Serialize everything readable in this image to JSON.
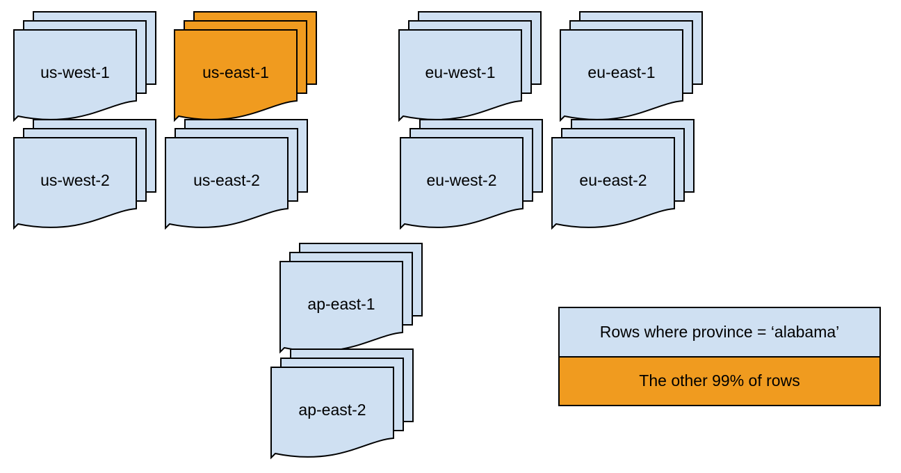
{
  "diagram": {
    "stacks": [
      {
        "label": "us-west-1",
        "highlighted": false
      },
      {
        "label": "us-east-1",
        "highlighted": true
      },
      {
        "label": "eu-west-1",
        "highlighted": false
      },
      {
        "label": "eu-east-1",
        "highlighted": false
      },
      {
        "label": "us-west-2",
        "highlighted": false
      },
      {
        "label": "us-east-2",
        "highlighted": false
      },
      {
        "label": "eu-west-2",
        "highlighted": false
      },
      {
        "label": "eu-east-2",
        "highlighted": false
      },
      {
        "label": "ap-east-1",
        "highlighted": false
      },
      {
        "label": "ap-east-2",
        "highlighted": false
      }
    ],
    "legend": {
      "items": [
        {
          "label": "Rows where province = ‘alabama’",
          "swatch": "blue"
        },
        {
          "label": "The other 99% of rows",
          "swatch": "orange"
        }
      ]
    },
    "colors": {
      "doc_fill": "#cfe0f2",
      "highlight_fill": "#f09b1f",
      "stroke": "#000000",
      "text": "#000000"
    }
  }
}
